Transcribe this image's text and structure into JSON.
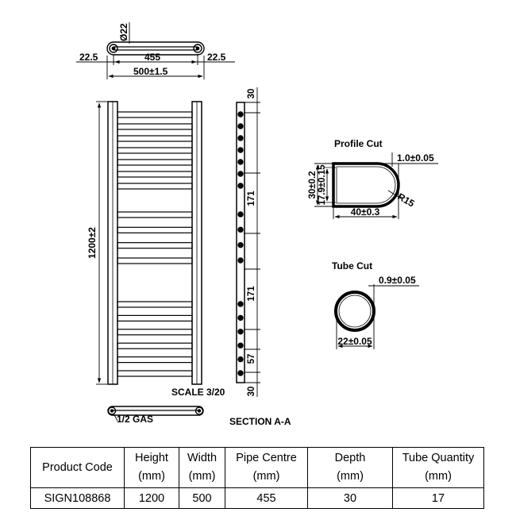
{
  "drawing": {
    "top_view": {
      "pipe_dia": "Ø22",
      "left_offset": "22.5",
      "centres": "455",
      "right_offset": "22.5",
      "overall_width": "500±1.5"
    },
    "front_view": {
      "overall_height": "1200±2",
      "scale": "SCALE 3/20"
    },
    "side_view": {
      "top_gap": "30",
      "spacing_1": "171",
      "spacing_2": "171",
      "spacing_3": "57",
      "bottom_gap": "30",
      "section": "SECTION A-A"
    },
    "bottom_view": {
      "connection": "1/2 GAS"
    },
    "profile_cut": {
      "title": "Profile Cut",
      "wall": "1.0±0.05",
      "height": "30±0.2",
      "inner": "17.9±0.15",
      "radius": "R15",
      "width": "40±0.3"
    },
    "tube_cut": {
      "title": "Tube Cut",
      "wall": "0.9±0.05",
      "diameter": "22±0.05"
    }
  },
  "table": {
    "headers": [
      [
        "Product Code"
      ],
      [
        "Height",
        "(mm)"
      ],
      [
        "Width",
        "(mm)"
      ],
      [
        "Pipe Centre",
        "(mm)"
      ],
      [
        "Depth",
        "(mm)"
      ],
      [
        "Tube Quantity",
        "(mm)"
      ]
    ],
    "row": [
      "SIGN108868",
      "1200",
      "500",
      "455",
      "30",
      "17"
    ]
  }
}
